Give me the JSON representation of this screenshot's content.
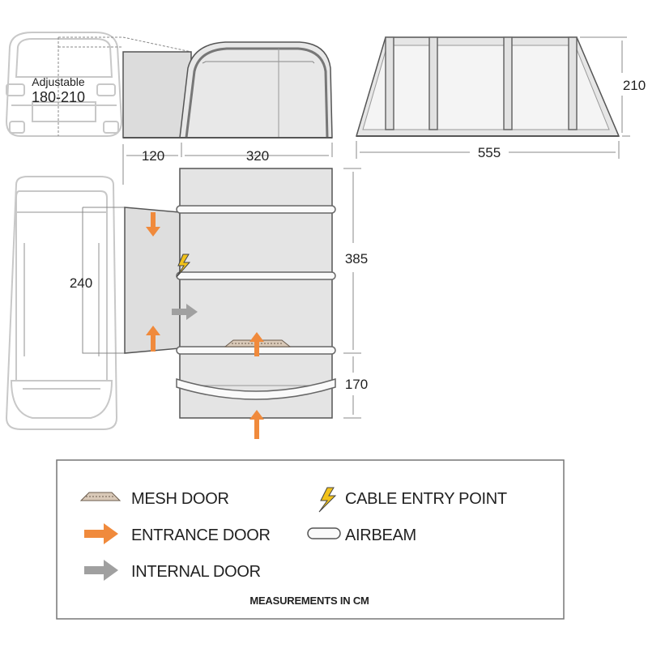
{
  "side_view": {
    "adjust_label": "Adjustable",
    "adjust_range": "180-210",
    "width_awning": "120",
    "width_tent": "320"
  },
  "end_view": {
    "length": "555",
    "height": "210"
  },
  "plan_view": {
    "van_width": "240",
    "main_depth": "385",
    "porch_depth": "170"
  },
  "legend": {
    "mesh_door": "MESH DOOR",
    "entrance_door": "ENTRANCE DOOR",
    "internal_door": "INTERNAL DOOR",
    "cable_entry": "CABLE ENTRY POINT",
    "airbeam": "AIRBEAM",
    "footnote": "MEASUREMENTS IN CM"
  },
  "colors": {
    "entrance": "#f08a3c",
    "internal": "#a0a0a0",
    "cable": "#f2c21a",
    "mesh": "#d9c9b8",
    "outline": "#555555",
    "van": "#c8c8c8"
  }
}
